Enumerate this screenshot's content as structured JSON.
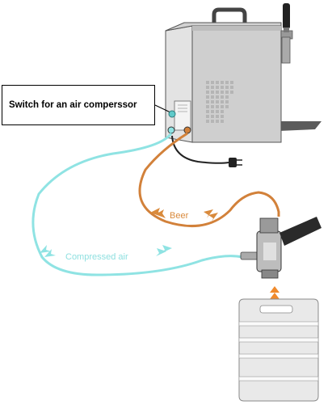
{
  "callout": {
    "text": "Switch for an air comperssor"
  },
  "labels": {
    "beer": "Beer",
    "compressed_air": "Compressed air"
  },
  "colors": {
    "beer_line": "#d2813a",
    "air_line": "#8fe3e3",
    "keg_arrow": "#f08a2c"
  }
}
